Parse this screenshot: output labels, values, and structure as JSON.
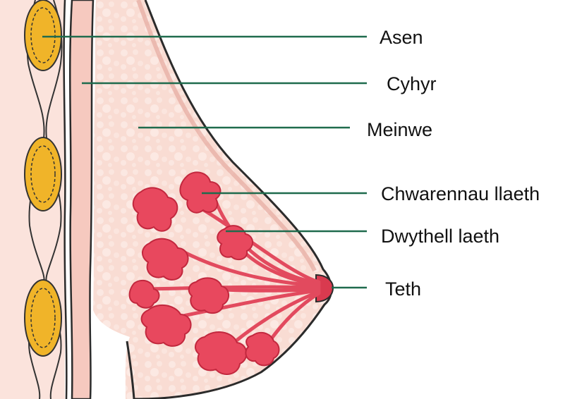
{
  "labels": {
    "rib": "Asen",
    "muscle": "Cyhyr",
    "tissue": "Meinwe",
    "glands": "Chwarennau llaeth",
    "duct": "Dwythell laeth",
    "nipple": "Teth"
  },
  "colors": {
    "leader_line": "#1f6b4d",
    "skin_outline": "#2b2b2b",
    "tissue": "#f9d9cf",
    "muscle": "#f6c9bf",
    "rib_fill": "#f0b429",
    "lobule": "#e8485e"
  }
}
